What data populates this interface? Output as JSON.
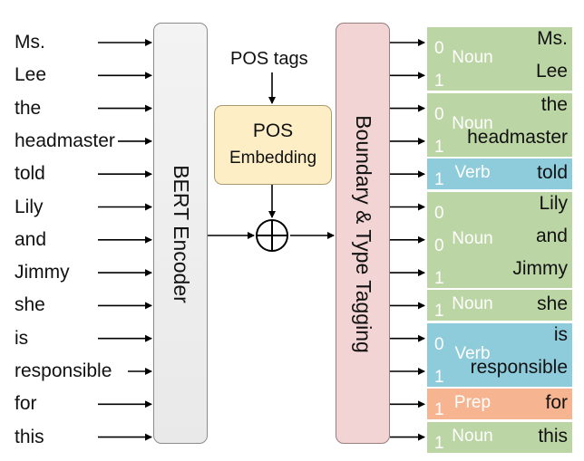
{
  "input_words": [
    "Ms.",
    "Lee",
    "the",
    "headmaster",
    "told",
    "Lily",
    "and",
    "Jimmy",
    "she",
    "is",
    "responsible",
    "for",
    "this"
  ],
  "encoder": {
    "label": "BERT Encoder"
  },
  "pos_tags": {
    "label": "POS tags"
  },
  "pos_embedding": {
    "line1": "POS",
    "line2": "Embedding"
  },
  "tagger": {
    "label": "Boundary & Type Tagging"
  },
  "combine_symbol": "⊕",
  "output_groups": [
    {
      "type": "Noun",
      "color": "#bcd5a4",
      "bits": [
        "0",
        "1"
      ],
      "words": [
        "Ms.",
        "Lee"
      ]
    },
    {
      "type": "Noun",
      "color": "#bcd5a4",
      "bits": [
        "0",
        "1"
      ],
      "words": [
        "the",
        "headmaster"
      ]
    },
    {
      "type": "Verb",
      "color": "#8ecbdb",
      "bits": [
        "1"
      ],
      "words": [
        "told"
      ]
    },
    {
      "type": "Noun",
      "color": "#bcd5a4",
      "bits": [
        "0",
        "0",
        "1"
      ],
      "words": [
        "Lily",
        "and",
        "Jimmy"
      ]
    },
    {
      "type": "Noun",
      "color": "#bcd5a4",
      "bits": [
        "1"
      ],
      "words": [
        "she"
      ]
    },
    {
      "type": "Verb",
      "color": "#8ecbdb",
      "bits": [
        "0",
        "1"
      ],
      "words": [
        "is",
        "responsible"
      ]
    },
    {
      "type": "Prep",
      "color": "#f6b590",
      "bits": [
        "1"
      ],
      "words": [
        "for"
      ]
    },
    {
      "type": "Noun",
      "color": "#bcd5a4",
      "bits": [
        "1"
      ],
      "words": [
        "this"
      ]
    }
  ]
}
